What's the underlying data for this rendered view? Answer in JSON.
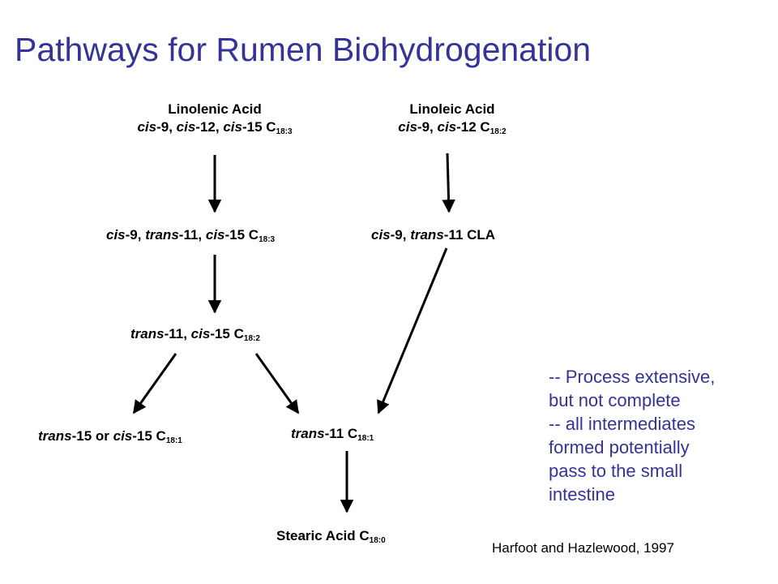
{
  "title": "Pathways for Rumen Biohydrogenation",
  "nodes": {
    "linolenic": {
      "name": "Linolenic Acid",
      "c1": "cis",
      "p1": "-9, ",
      "c2": "cis",
      "p2": "-12, ",
      "c3": "cis",
      "p3": "-15 C",
      "sub": "18:3"
    },
    "linoleic": {
      "name": "Linoleic Acid",
      "c1": "cis",
      "p1": "-9, ",
      "c2": "cis",
      "p2": "-12 C",
      "sub": "18:2"
    },
    "c9t11c15": {
      "c1": "cis",
      "p1": "-9, ",
      "c2": "trans",
      "p2": "-11, ",
      "c3": "cis",
      "p3": "-15 C",
      "sub": "18:3"
    },
    "c9t11cla": {
      "c1": "cis",
      "p1": "-9, ",
      "c2": "trans",
      "p2": "-11 CLA"
    },
    "t11c15": {
      "c1": "trans",
      "p1": "-11, ",
      "c2": "cis",
      "p2": "-15 C",
      "sub": "18:2"
    },
    "t15c15": {
      "c1": "trans",
      "p1": "-15 or ",
      "c2": "cis",
      "p2": "-15 C",
      "sub": "18:1"
    },
    "t11": {
      "c1": "trans",
      "p1": "-11 C",
      "sub": "18:1"
    },
    "stearic": {
      "p1": "Stearic Acid C",
      "sub": "18:0"
    }
  },
  "note": {
    "lines": [
      "-- Process extensive,",
      "but not complete",
      "-- all intermediates",
      "formed potentially",
      "pass to the small",
      "intestine"
    ]
  },
  "citation": "Harfoot and Hazlewood, 1997",
  "colors": {
    "accent": "#33339a",
    "text": "#000000"
  }
}
